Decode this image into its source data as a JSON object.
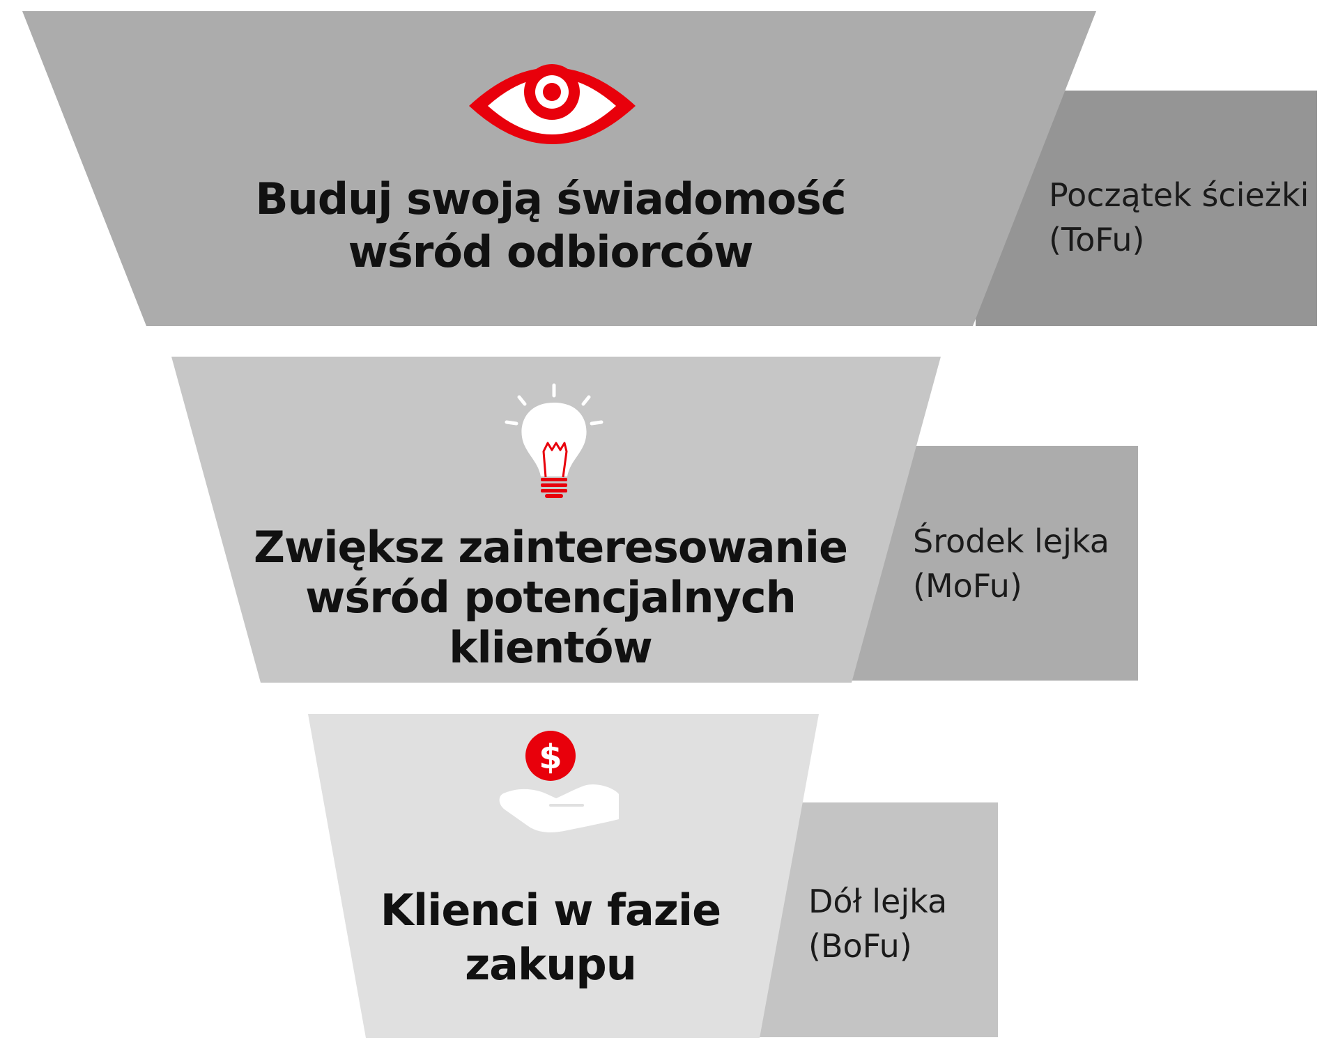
{
  "stages": [
    {
      "icon": "eye-icon",
      "title_line1": "Buduj swoją świadomość",
      "title_line2": "wśród odbiorców",
      "label_line1": "Początek ścieżki",
      "label_line2": "(ToFu)"
    },
    {
      "icon": "lightbulb-icon",
      "title_line1": "Zwiększ zainteresowanie",
      "title_line2": "wśród potencjalnych",
      "title_line3": "klientów",
      "label_line1": "Środek lejka",
      "label_line2": "(MoFu)"
    },
    {
      "icon": "hand-coin-icon",
      "title_line1": "Klienci w fazie",
      "title_line2": "zakupu",
      "label_line1": "Dół lejka",
      "label_line2": "(BoFu)",
      "coin_symbol": "$"
    }
  ],
  "colors": {
    "accent": "#e8000b",
    "funnel_top": "#acacac",
    "funnel_middle": "#c6c6c6",
    "funnel_bottom": "#e0e0e0",
    "side_top": "#959595",
    "side_middle": "#acacac",
    "side_bottom": "#c4c4c4"
  }
}
